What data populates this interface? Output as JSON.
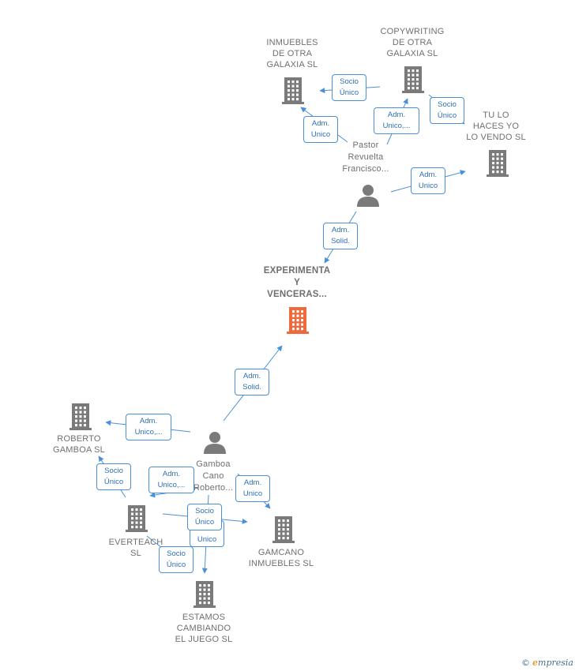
{
  "colors": {
    "line": "#4a90d9",
    "building": "#7a7a7a",
    "building_main": "#ee6a3c",
    "person": "#7a7a7a"
  },
  "nodes": {
    "inmuebles": "INMUEBLES\nDE OTRA\nGALAXIA  SL",
    "copywriting": "COPYWRITING\nDE OTRA\nGALAXIA  SL",
    "tulo": "TU LO\nHACES YO\nLO VENDO  SL",
    "pastor": "Pastor\nRevuelta\nFrancisco...",
    "experimenta": "EXPERIMENTA\nY\nVENCERAS...",
    "roberto": "ROBERTO\nGAMBOA  SL",
    "gamboa": "Gamboa\nCano\nRoberto...",
    "everteach": "EVERTEACH\nSL",
    "gamcano": "GAMCANO\nINMUEBLES  SL",
    "estamos": "ESTAMOS\nCAMBIANDO\nEL JUEGO  SL"
  },
  "edges": {
    "e1": "Socio\nÚnico",
    "e2": "Adm.\nUnico",
    "e3": "Adm.\nUnico,...",
    "e4": "Socio\nÚnico",
    "e5": "Adm.\nUnico",
    "e6": "Adm.\nSolid.",
    "e7": "Adm.\nSolid.",
    "e8": "Adm.\nUnico,...",
    "e9": "Socio\nÚnico",
    "e10": "Adm.\nUnico,...",
    "e11": "Adm.\nUnico",
    "e12": "Socio\nÚnico",
    "e13": "Unico",
    "e14": "Socio\nÚnico"
  },
  "footer": {
    "copyright": "©",
    "brand_e": "e",
    "brand_rest": "mpresia"
  }
}
